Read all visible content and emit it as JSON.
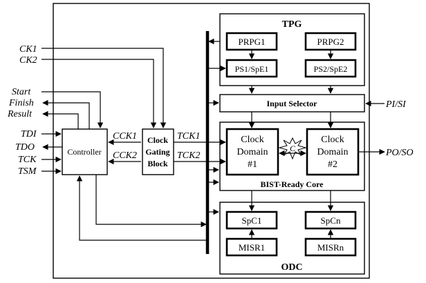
{
  "blocks": {
    "tpg": "TPG",
    "prpg1": "PRPG1",
    "prpg2": "PRPG2",
    "ps1": "PS1/SpE1",
    "ps2": "PS2/SpE2",
    "input_selector": "Input Selector",
    "cd1_line1": "Clock",
    "cd1_line2": "Domain",
    "cd1_line3": "#1",
    "cd2_line1": "Clock",
    "cd2_line2": "Domain",
    "cd2_line3": "#2",
    "crosstalk": "C",
    "core": "BIST-Ready Core",
    "spc1": "SpC1",
    "spcn": "SpCn",
    "misr1": "MISR1",
    "misrn": "MISRn",
    "odc": "ODC",
    "controller": "Controller",
    "cgb_line1": "Clock",
    "cgb_line2": "Gating",
    "cgb_line3": "Block"
  },
  "signals": {
    "ck1": "CK1",
    "ck2": "CK2",
    "start": "Start",
    "finish": "Finish",
    "result": "Result",
    "tdi": "TDI",
    "tdo": "TDO",
    "tck": "TCK",
    "tsm": "TSM",
    "cck1": "CCK1",
    "cck2": "CCK2",
    "tck1": "TCK1",
    "tck2": "TCK2",
    "pi_si": "PI/SI",
    "po_so": "PO/SO"
  }
}
